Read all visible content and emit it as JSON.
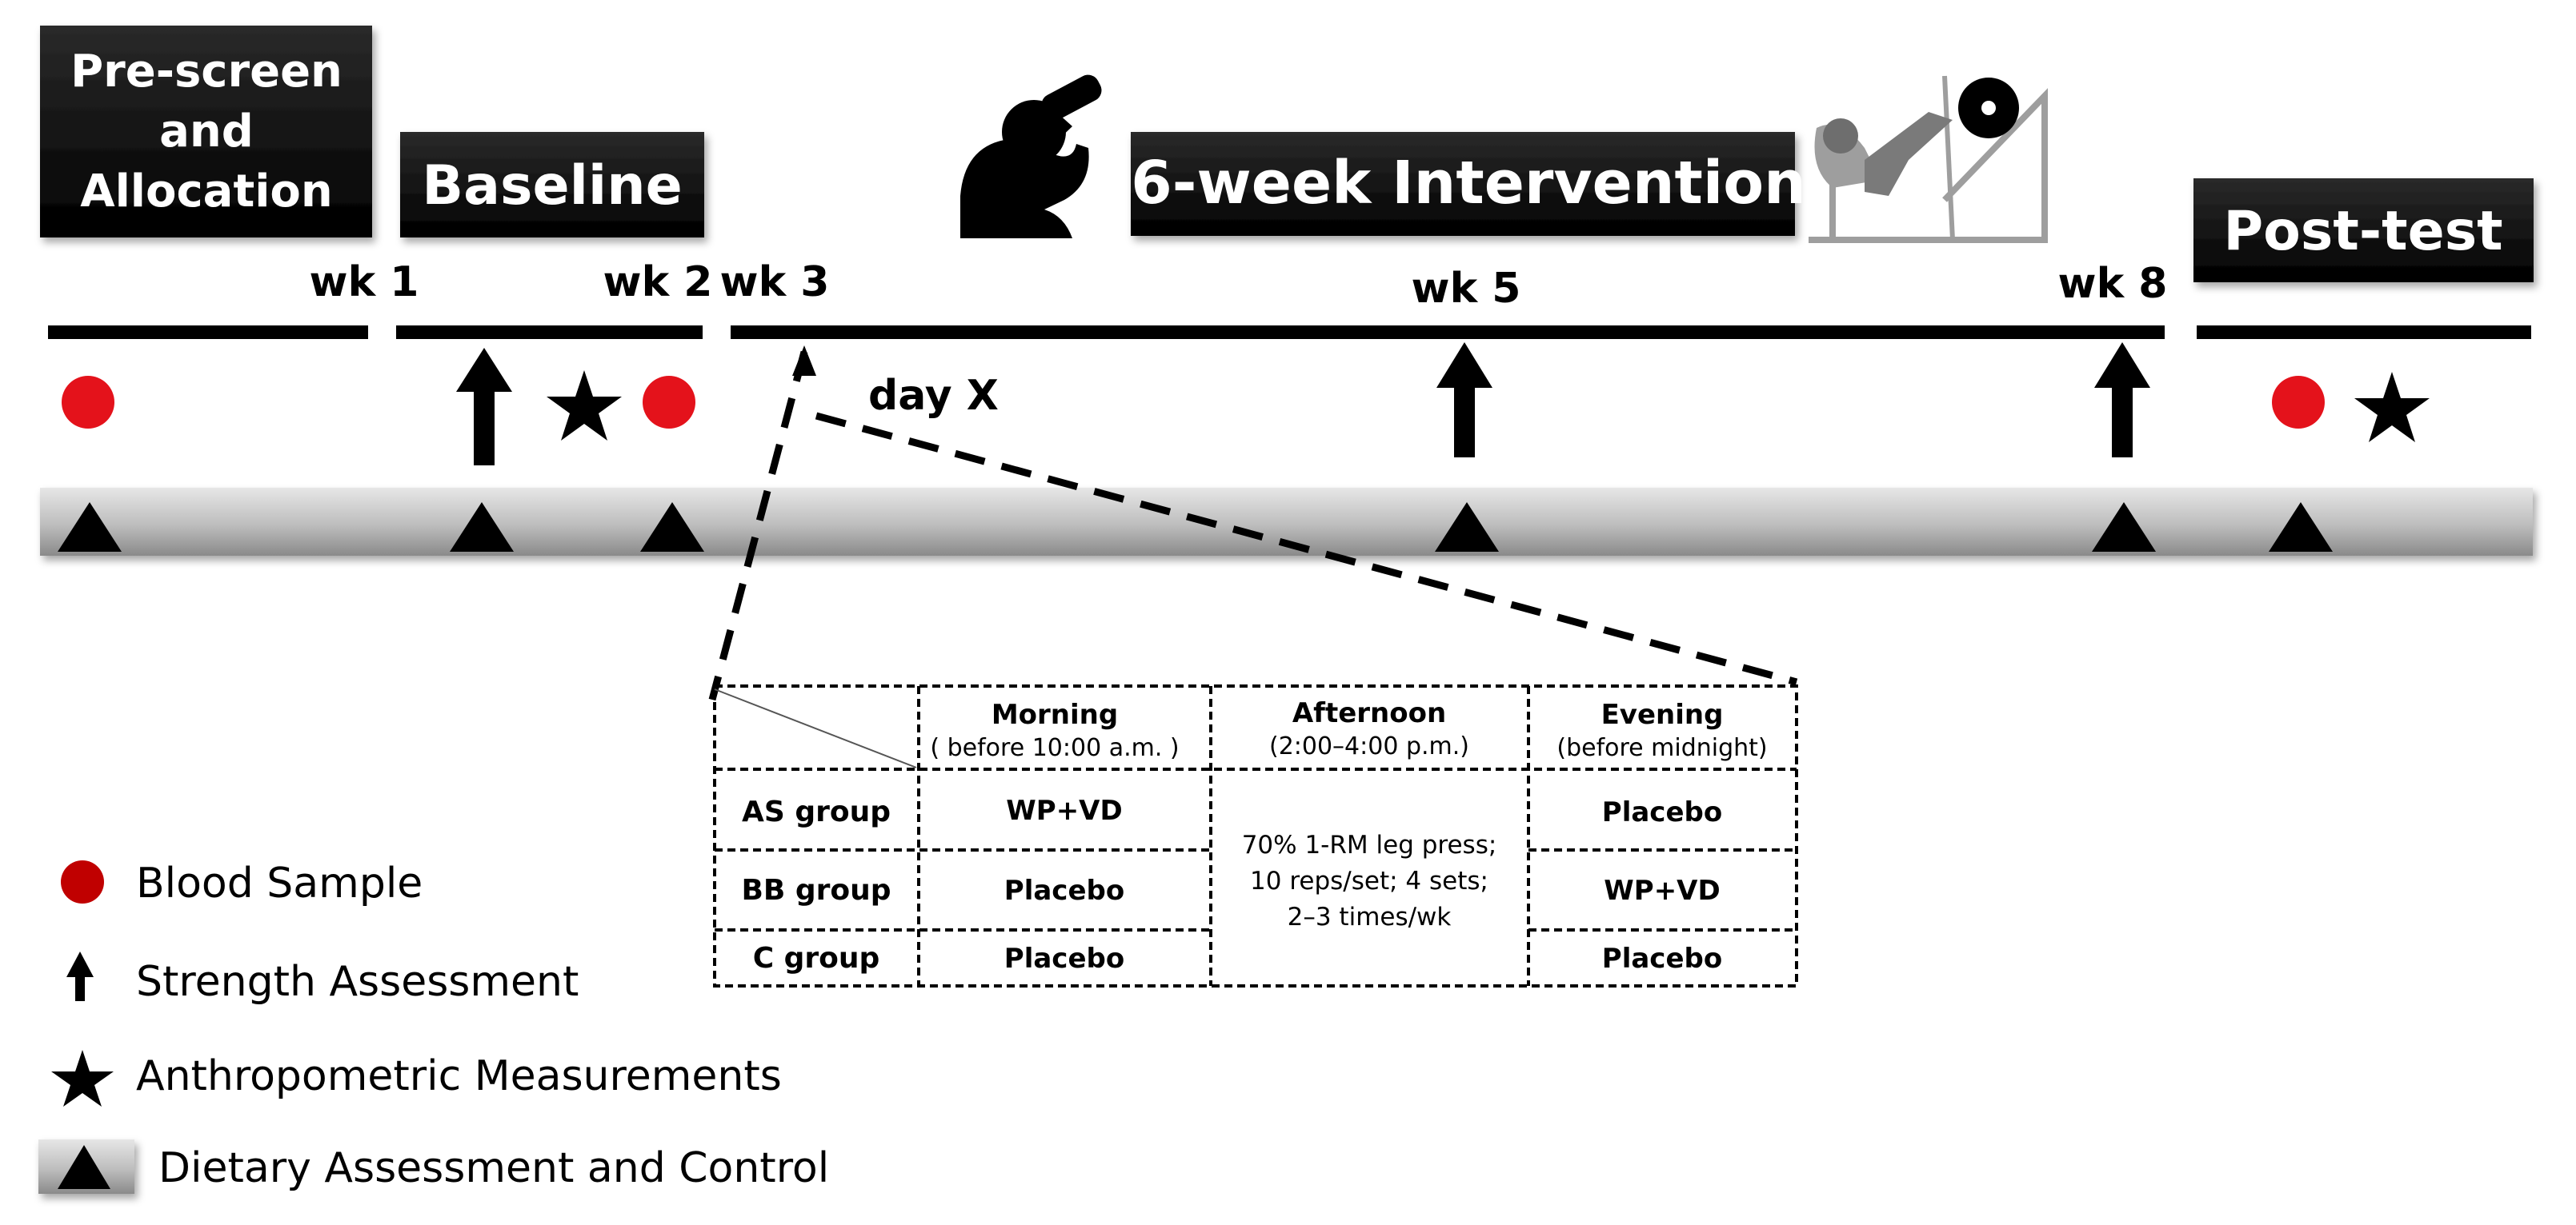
{
  "phases": {
    "prescreen": [
      "Pre-screen",
      "and",
      "Allocation"
    ],
    "baseline": "Baseline",
    "intervention": "6-week Intervention",
    "posttest": "Post-test"
  },
  "weeks": {
    "wk1": "wk 1",
    "wk2": "wk 2",
    "wk3": "wk 3",
    "wk5": "wk 5",
    "wk8": "wk 8"
  },
  "day_label": "day X",
  "schedule_table": {
    "columns": [
      {
        "title": "Morning",
        "subtitle": "( before 10:00 a.m. )"
      },
      {
        "title": "Afternoon",
        "subtitle": "(2:00–4:00 p.m.)"
      },
      {
        "title": "Evening",
        "subtitle": "(before midnight)"
      }
    ],
    "rows": [
      {
        "group": "AS group",
        "morning": "WP+VD",
        "evening": "Placebo"
      },
      {
        "group": "BB group",
        "morning": "Placebo",
        "evening": "WP+VD"
      },
      {
        "group": "C group",
        "morning": "Placebo",
        "evening": "Placebo"
      }
    ],
    "afternoon_text": [
      "70% 1-RM leg press;",
      "10 reps/set;  4 sets;",
      "2–3 times/wk"
    ]
  },
  "legend": {
    "blood": "Blood Sample",
    "strength": "Strength Assessment",
    "anthro": "Anthropometric Measurements",
    "diet": "Dietary Assessment and Control"
  },
  "colors": {
    "blood": "#e4121b",
    "box": "#000000",
    "band_light": "#d9d9d9",
    "band_dark": "#8c8c8c"
  },
  "icons": {
    "drinker": "person-drinking-icon",
    "legpress": "leg-press-machine-icon"
  }
}
